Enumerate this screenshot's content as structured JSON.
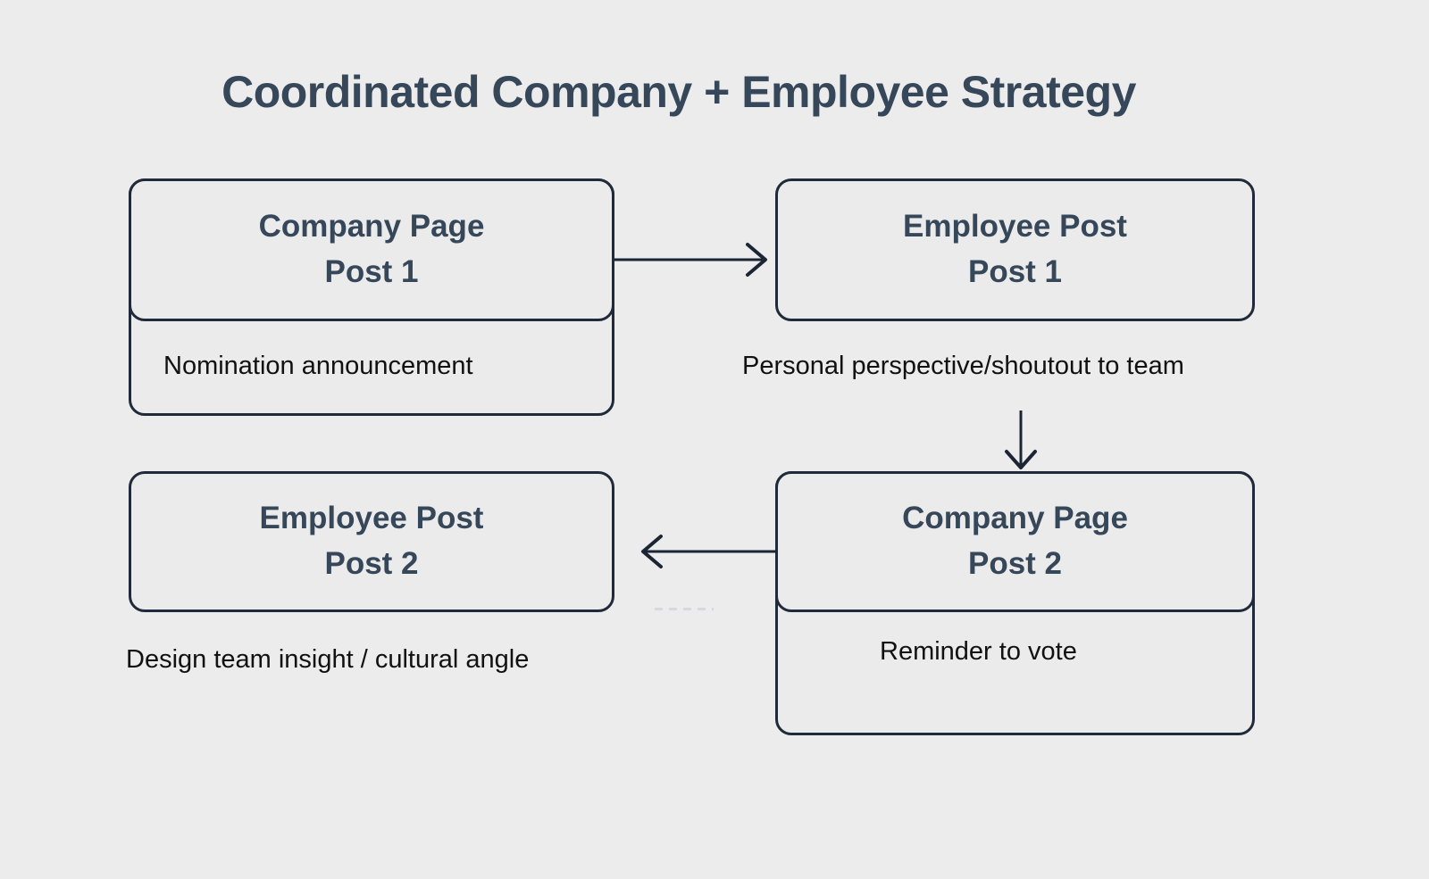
{
  "title": "Coordinated Company + Employee Strategy",
  "theme": {
    "background": "#ececec",
    "box_fill": "#ebebeb",
    "box_border": "#202a3a",
    "heading_text": "#37475a",
    "caption_text": "#111111",
    "arrow_color": "#1c2534"
  },
  "nodes": [
    {
      "id": "company-page-post-1",
      "heading_line1": "Company Page",
      "heading_line2": "Post 1",
      "body": "Nomination announcement",
      "body_inside_box": true
    },
    {
      "id": "employee-post-1",
      "heading_line1": "Employee Post",
      "heading_line2": "Post 1",
      "body": "Personal perspective/shoutout to team",
      "body_inside_box": false
    },
    {
      "id": "employee-post-2",
      "heading_line1": "Employee Post",
      "heading_line2": "Post 2",
      "body": "Design team insight / cultural angle",
      "body_inside_box": false
    },
    {
      "id": "company-page-post-2",
      "heading_line1": "Company Page",
      "heading_line2": "Post 2",
      "body": "Reminder to vote",
      "body_inside_box": true
    }
  ],
  "connectors": [
    {
      "id": "arrow-company1-to-employee1",
      "direction": "right",
      "from": "company-page-post-1",
      "to": "employee-post-1"
    },
    {
      "id": "arrow-employee1-to-company2",
      "direction": "down",
      "from": "employee-post-1",
      "to": "company-page-post-2"
    },
    {
      "id": "arrow-company2-to-employee2",
      "direction": "left",
      "from": "company-page-post-2",
      "to": "employee-post-2"
    }
  ]
}
